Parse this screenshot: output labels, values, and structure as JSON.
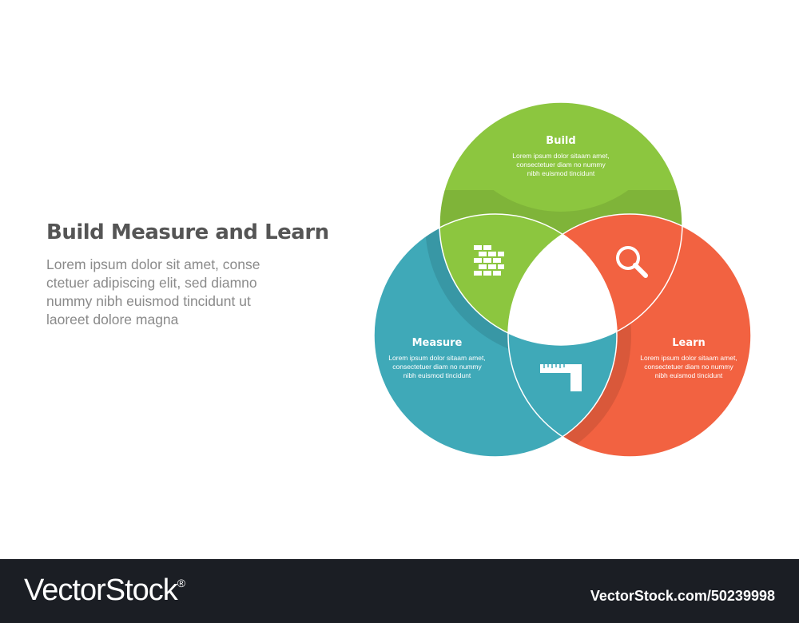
{
  "heading": {
    "title": "Build Measure and Learn",
    "body_lines": [
      "Lorem ipsum dolor sit amet, conse",
      "ctetuer adipiscing elit, sed diamno",
      "nummy nibh euismod tincidunt ut",
      "laoreet dolore magna"
    ]
  },
  "diagram": {
    "circles": [
      {
        "id": "build",
        "label": "Build",
        "color": "#8cc63f",
        "lines": [
          "Lorem ipsum dolor sitaam amet,",
          "consectetuer diam no nummy",
          "nibh euismod tincidunt"
        ],
        "icon": "brick-wall-icon"
      },
      {
        "id": "measure",
        "label": "Measure",
        "color": "#3fa9b8",
        "lines": [
          "Lorem ipsum dolor sitaam amet,",
          "consectetuer diam no nummy",
          "nibh euismod tincidunt"
        ],
        "icon": "ruler-square-icon"
      },
      {
        "id": "learn",
        "label": "Learn",
        "color": "#f26241",
        "lines": [
          "Lorem ipsum dolor sitaam amet,",
          "consectetuer diam no nummy",
          "nibh euismod tincidunt"
        ],
        "icon": "magnifier-icon"
      }
    ],
    "overlap_colors": {
      "build_learn": "#f26241",
      "build_measure": "#8cc63f",
      "measure_learn": "#3fa9b8",
      "center": "#ffffff"
    }
  },
  "footer": {
    "logo": "VectorStock",
    "registered": "®",
    "url": "VectorStock.com/50239998"
  }
}
